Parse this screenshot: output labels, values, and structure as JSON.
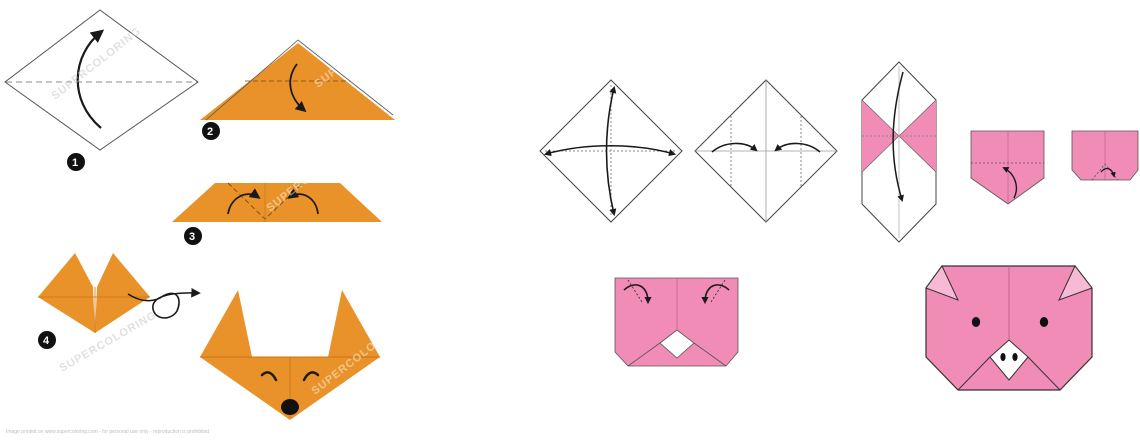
{
  "fox": {
    "steps": [
      "1",
      "2",
      "3",
      "4"
    ],
    "watermark": "SUPERCOLORING"
  },
  "footer": "Image printed on www.supercoloring.com - for personal use only - reproduction is prohibited",
  "colors": {
    "orange": "#e9922a",
    "orange_dark": "#c9731a",
    "pink": "#f08cb6",
    "pink_light": "#f7b9d3",
    "line": "#1a1a1a",
    "fold_guide": "#9a9a9a"
  }
}
